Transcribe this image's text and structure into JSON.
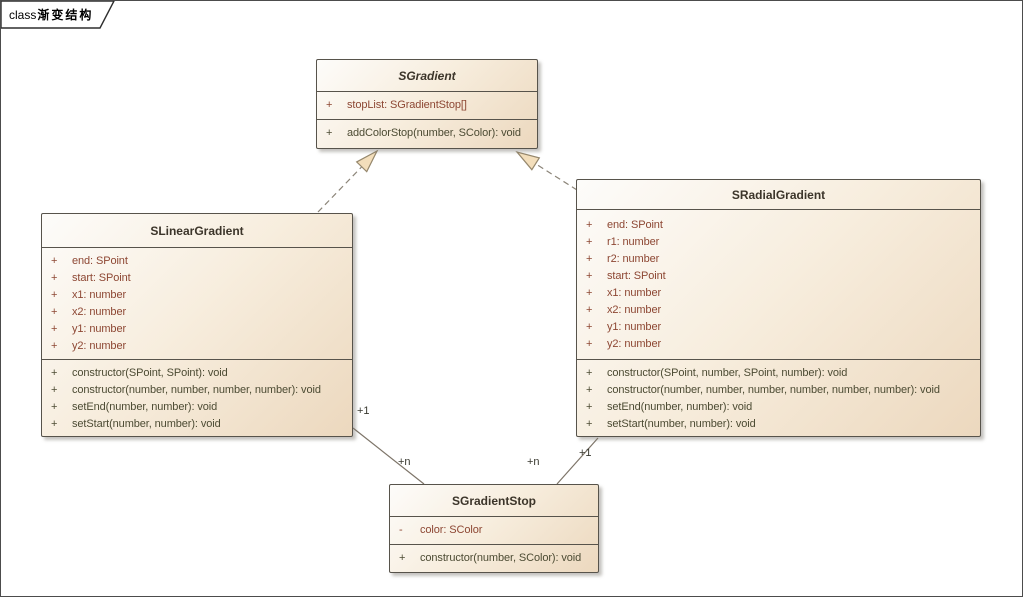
{
  "frame": {
    "keyword": "class",
    "title": "渐变结构"
  },
  "colors": {
    "box_fill_light": "#fdfcfa",
    "box_fill_dark": "#ecd8be",
    "box_border": "#57534b",
    "attribute_text": "#8d4733",
    "method_text": "#4c4b33",
    "connector": "#8b8478",
    "arrow_fill": "#f3debb",
    "arrow_stroke": "#95876c"
  },
  "classes": [
    {
      "name": "SGradient",
      "abstract": true,
      "attributes": [
        {
          "vis": "+",
          "text": "stopList: SGradientStop[]"
        }
      ],
      "methods": [
        {
          "vis": "+",
          "text": "addColorStop(number, SColor): void"
        }
      ]
    },
    {
      "name": "SLinearGradient",
      "abstract": false,
      "attributes": [
        {
          "vis": "+",
          "text": "end: SPoint"
        },
        {
          "vis": "+",
          "text": "start: SPoint"
        },
        {
          "vis": "+",
          "text": "x1: number"
        },
        {
          "vis": "+",
          "text": "x2: number"
        },
        {
          "vis": "+",
          "text": "y1: number"
        },
        {
          "vis": "+",
          "text": "y2: number"
        }
      ],
      "methods": [
        {
          "vis": "+",
          "text": "constructor(SPoint, SPoint): void"
        },
        {
          "vis": "+",
          "text": "constructor(number, number, number, number): void"
        },
        {
          "vis": "+",
          "text": "setEnd(number, number): void"
        },
        {
          "vis": "+",
          "text": "setStart(number, number): void"
        }
      ]
    },
    {
      "name": "SRadialGradient",
      "abstract": false,
      "attributes": [
        {
          "vis": "+",
          "text": "end: SPoint"
        },
        {
          "vis": "+",
          "text": "r1: number"
        },
        {
          "vis": "+",
          "text": "r2: number"
        },
        {
          "vis": "+",
          "text": "start: SPoint"
        },
        {
          "vis": "+",
          "text": "x1: number"
        },
        {
          "vis": "+",
          "text": "x2: number"
        },
        {
          "vis": "+",
          "text": "y1: number"
        },
        {
          "vis": "+",
          "text": "y2: number"
        }
      ],
      "methods": [
        {
          "vis": "+",
          "text": "constructor(SPoint, number, SPoint, number): void"
        },
        {
          "vis": "+",
          "text": "constructor(number, number, number, number, number, number): void"
        },
        {
          "vis": "+",
          "text": "setEnd(number, number): void"
        },
        {
          "vis": "+",
          "text": "setStart(number, number): void"
        }
      ]
    },
    {
      "name": "SGradientStop",
      "abstract": false,
      "attributes": [
        {
          "vis": "-",
          "text": "color: SColor"
        }
      ],
      "methods": [
        {
          "vis": "+",
          "text": "constructor(number, SColor): void"
        }
      ]
    }
  ],
  "multiplicities": {
    "linear_source": "+1",
    "linear_target": "+n",
    "radial_source": "+1",
    "radial_target": "+n"
  }
}
